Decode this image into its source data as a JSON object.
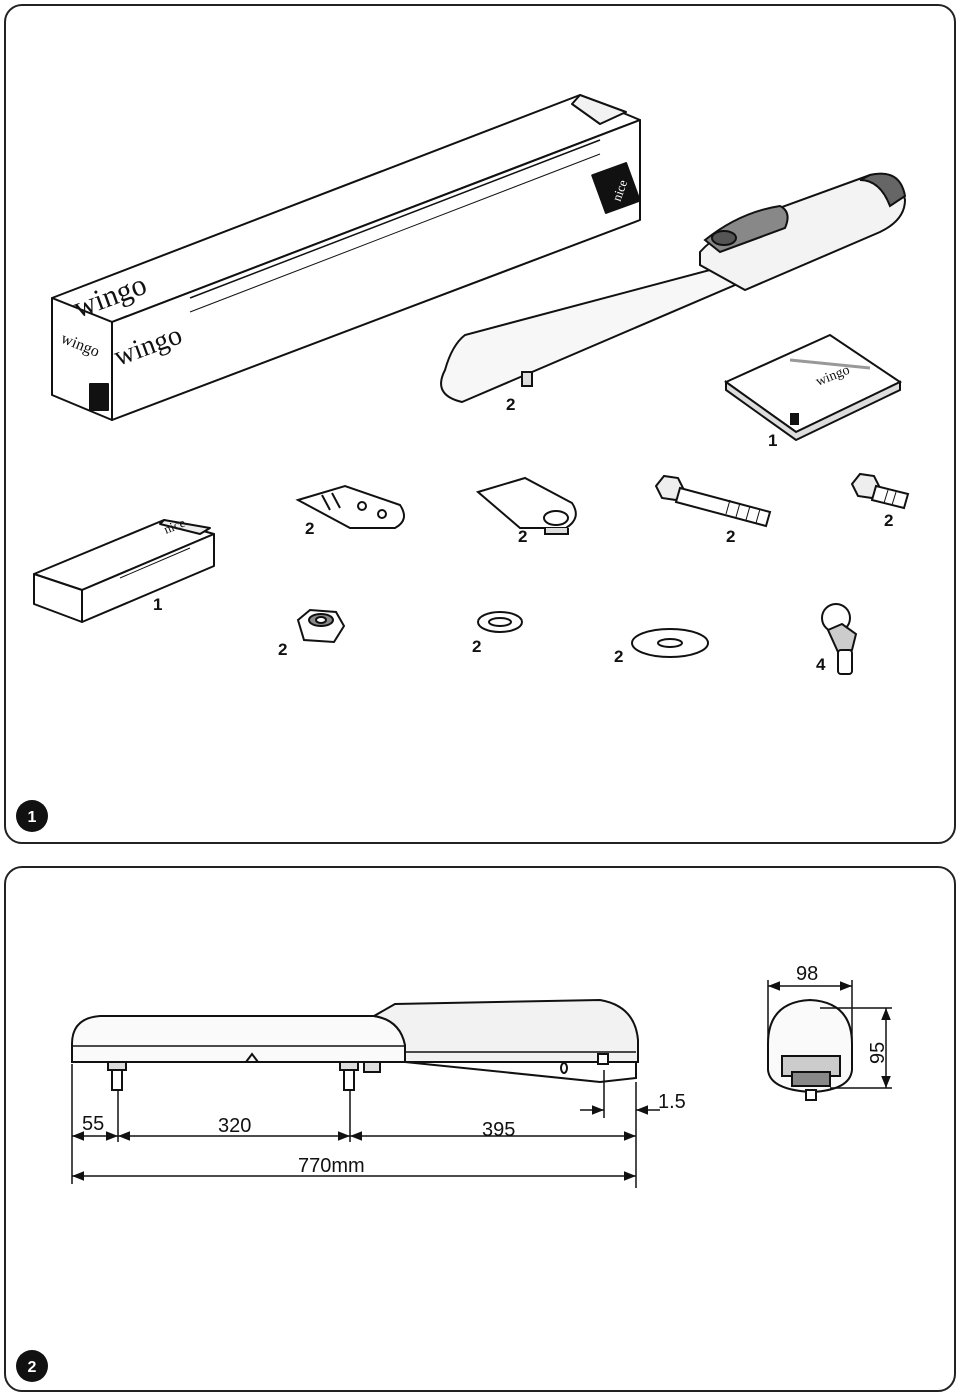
{
  "figure1": {
    "number": "1",
    "box_brand": "wingo",
    "box_logo": "nice",
    "manual_title": "wingo",
    "quantities": {
      "motor": "2",
      "manual": "1",
      "front_bracket": "2",
      "rear_bracket": "2",
      "long_bolt": "2",
      "short_bolt": "2",
      "small_box": "1",
      "lock_nut": "2",
      "small_washer": "2",
      "large_washer": "2",
      "release_keys": "4"
    }
  },
  "figure2": {
    "number": "2",
    "dims": {
      "d55": "55",
      "d320": "320",
      "d395": "395",
      "d770": "770mm",
      "d1_5": "1.5",
      "d98": "98",
      "d95": "95"
    }
  }
}
